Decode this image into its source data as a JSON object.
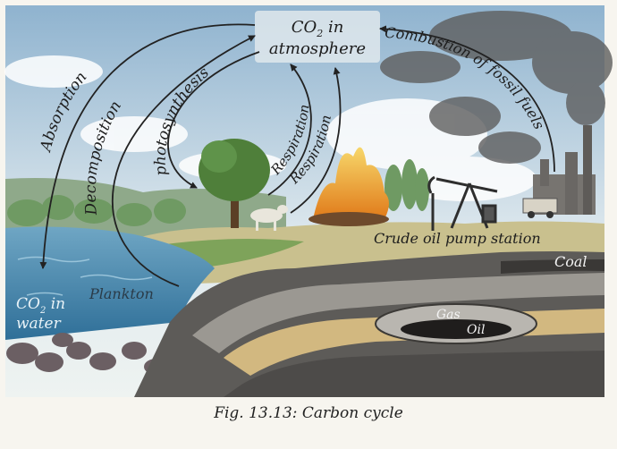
{
  "diagram": {
    "atmosphere": {
      "line1": "CO",
      "sub": "2",
      "line1_suffix": " in",
      "line2": "atmosphere"
    },
    "water": {
      "line1": "CO",
      "sub": "2",
      "line1_suffix": " in",
      "line2": "water"
    },
    "arrows": {
      "absorption": "Absorption",
      "decomposition": "Decomposition",
      "photosynthesis": "photosynthesis",
      "respiration_animal": "Respiration",
      "respiration_plant": "Respiration",
      "combustion": "Combustion of fossil fuels"
    },
    "labels": {
      "plankton": "Plankton",
      "pump_station": "Crude oil pump station",
      "coal": "Coal",
      "gas": "Gas",
      "oil": "Oil"
    }
  },
  "caption": "Fig. 13.13: Carbon cycle"
}
